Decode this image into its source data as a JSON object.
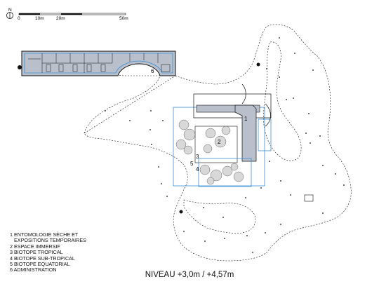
{
  "north": {
    "label": "N"
  },
  "scale": {
    "ticks": [
      "0",
      "10m",
      "20m",
      "50m"
    ]
  },
  "rooms": {
    "r1": "1",
    "r2": "2",
    "r3": "3",
    "r4": "4",
    "r5": "5",
    "r6": "6"
  },
  "legend": {
    "items": [
      {
        "text": "1 ENTOMOLOGIE SÈCHE ET"
      },
      {
        "text": "EXPOSITIONS TEMPORAIRES"
      },
      {
        "text": "2 ESPACE IMMERSIF"
      },
      {
        "text": "3 BIOTOPE TROPICAL"
      },
      {
        "text": "4 BIOTOPE SUB-TROPICAL"
      },
      {
        "text": "5 BIOTOPE EQUATORIAL"
      },
      {
        "text": "6 ADMINISTRATION"
      }
    ]
  },
  "title": "NIVEAU +3,0m / +4,57m",
  "colors": {
    "blue": "#3b8fd6",
    "fill": "#b9c0cc",
    "ink": "#111111"
  }
}
